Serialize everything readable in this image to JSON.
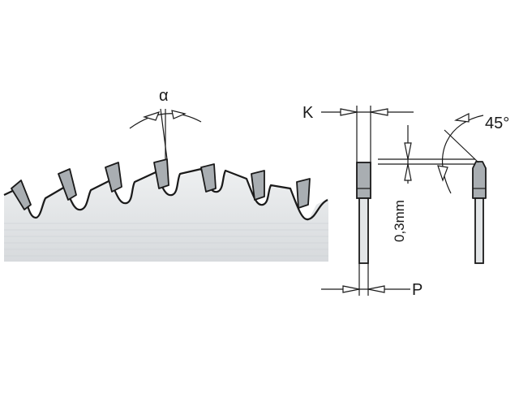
{
  "diagram": {
    "labels": {
      "hook_angle": "α",
      "kerf": "K",
      "plate": "P",
      "chamfer_angle": "45°",
      "chamfer_size": "0,3mm"
    },
    "colors": {
      "line": "#1a1a1a",
      "blade_fill": "#e2e5e7",
      "tooth_fill": "#a9aeb2",
      "arrow_fill": "#ffffff"
    }
  }
}
